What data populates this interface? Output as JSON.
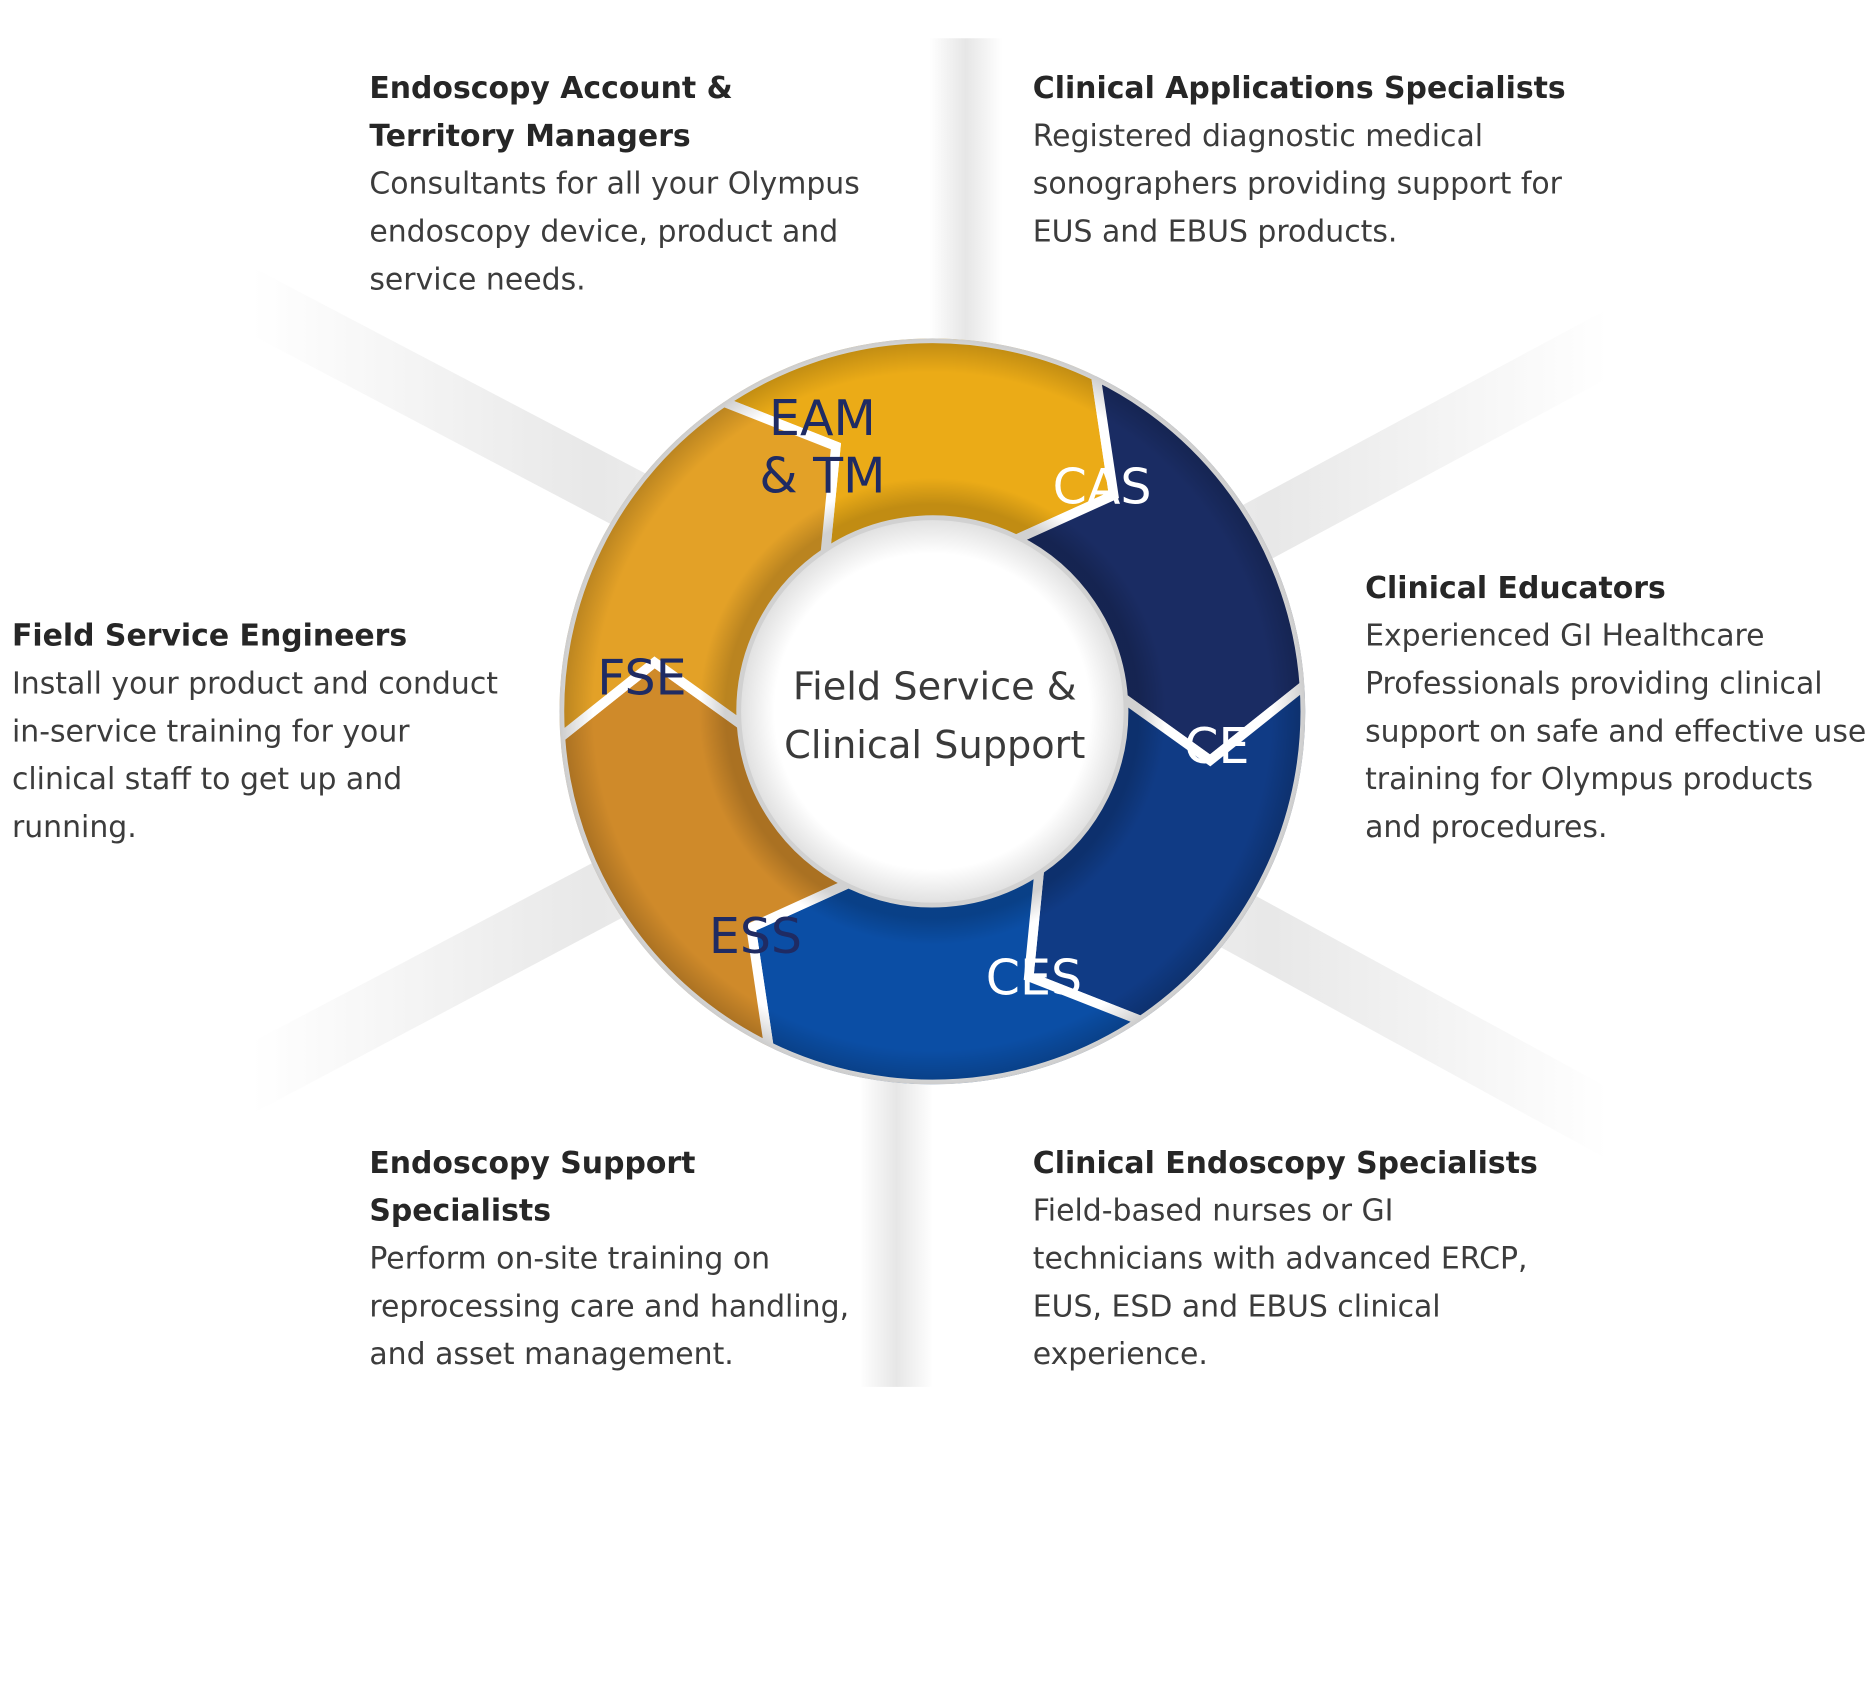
{
  "center": {
    "line1": "Field Service &",
    "line2": "Clinical Support"
  },
  "segments": [
    {
      "id": "eam",
      "lines": [
        "EAM",
        "& TM"
      ],
      "color": "#ebab17"
    },
    {
      "id": "cas",
      "lines": [
        "CAS"
      ],
      "color": "#1a2c63"
    },
    {
      "id": "ce",
      "lines": [
        "CE"
      ],
      "color": "#103b85"
    },
    {
      "id": "ces",
      "lines": [
        "CES"
      ],
      "color": "#0b4ea5"
    },
    {
      "id": "ess",
      "lines": [
        "ESS"
      ],
      "color": "#cf8a2a"
    },
    {
      "id": "fse",
      "lines": [
        "FSE"
      ],
      "color": "#e3a127"
    }
  ],
  "roles": [
    {
      "id": "eam",
      "title": "Endoscopy Account & Territory Managers",
      "body": "Consultants for all your Olympus endoscopy device, product and service needs."
    },
    {
      "id": "cas",
      "title": "Clinical Applications Specialists",
      "body": "Registered diagnostic medical sonographers providing support for EUS and EBUS products."
    },
    {
      "id": "ce",
      "title": "Clinical Educators",
      "body": "Experienced GI Healthcare Professionals providing clinical support on safe and effective use training for Olympus products and procedures."
    },
    {
      "id": "fse",
      "title": "Field Service Engineers",
      "body": "Install your product and conduct in-service training for your clinical staff to get up and running."
    },
    {
      "id": "ess",
      "title": "Endoscopy Support Specialists",
      "body": "Perform on-site training on reprocessing care and handling, and asset management."
    },
    {
      "id": "ces",
      "title": "Clinical Endoscopy Specialists",
      "body": "Field-based nurses or GI technicians with advanced ERCP, EUS, ESD and EBUS clinical experience."
    }
  ]
}
